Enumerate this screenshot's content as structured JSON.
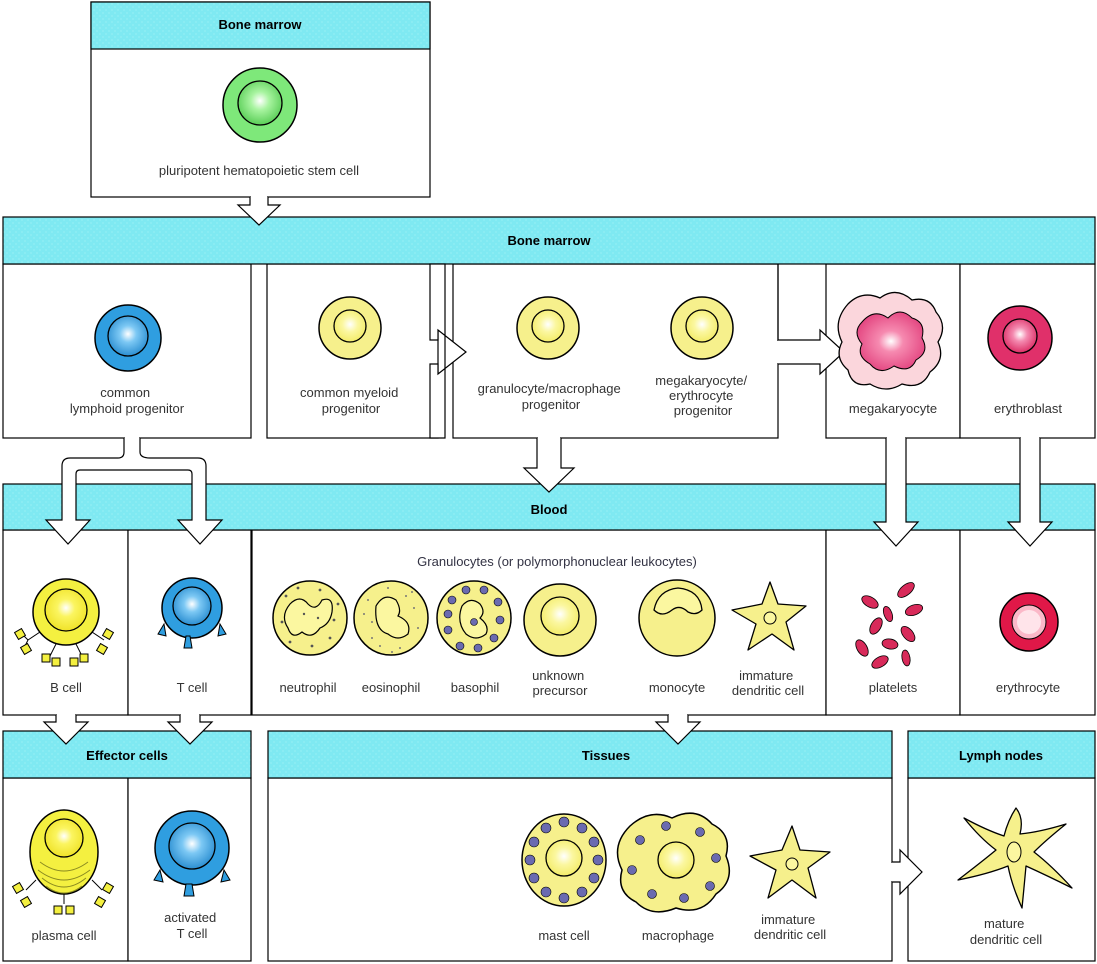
{
  "headers": {
    "bone_marrow_top": "Bone marrow",
    "bone_marrow": "Bone marrow",
    "blood": "Blood",
    "effector_cells": "Effector cells",
    "tissues": "Tissues",
    "lymph_nodes": "Lymph nodes"
  },
  "labels": {
    "stem_cell": "pluripotent hematopoietic stem cell",
    "lymphoid_progenitor": [
      "common",
      "lymphoid progenitor"
    ],
    "myeloid_progenitor": [
      "common myeloid",
      "progenitor"
    ],
    "gm_progenitor": [
      "granulocyte/macrophage",
      "progenitor"
    ],
    "me_progenitor": [
      "megakaryocyte/",
      "erythrocyte",
      "progenitor"
    ],
    "megakaryocyte": "megakaryocyte",
    "erythroblast": "erythroblast",
    "granulocytes_caption": "Granulocytes (or polymorphonuclear leukocytes)",
    "b_cell": "B cell",
    "t_cell": "T cell",
    "neutrophil": "neutrophil",
    "eosinophil": "eosinophil",
    "basophil": "basophil",
    "unknown_precursor": [
      "unknown",
      "precursor"
    ],
    "monocyte": "monocyte",
    "immature_dc_blood": [
      "immature",
      "dendritic cell"
    ],
    "platelets": "platelets",
    "erythrocyte": "erythrocyte",
    "plasma_cell": "plasma cell",
    "activated_t_cell": [
      "activated",
      "T cell"
    ],
    "mast_cell": "mast cell",
    "macrophage": "macrophage",
    "immature_dc_tissue": [
      "immature",
      "dendritic cell"
    ],
    "mature_dc": [
      "mature",
      "dendritic cell"
    ]
  },
  "colors": {
    "header_fill": "#7fe9f2",
    "stem_cell": "#7ee87a",
    "lymphoid": "#3aa8e0",
    "myeloid": "#f6f08c",
    "b_cell": "#f4f040",
    "megakaryocyte": "#e83a7a",
    "erythroblast": "#d8205a",
    "platelet": "#d82a5a",
    "granule": "#6a6ab0"
  }
}
